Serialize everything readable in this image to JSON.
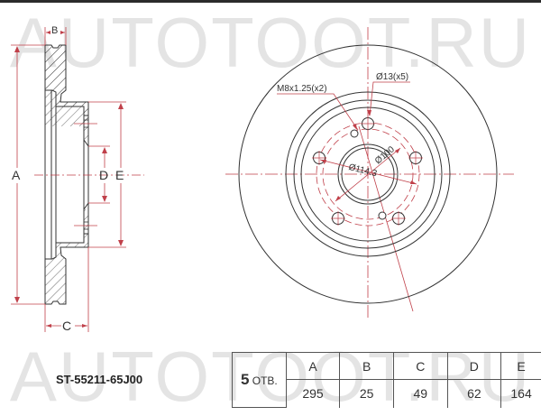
{
  "watermark": {
    "top": "AUTOTOOT.RU",
    "bottom": "AUTOTOOT.RU"
  },
  "side_view": {
    "dimension_labels": {
      "A": "A",
      "B": "B",
      "C": "C",
      "D": "D",
      "E": "E"
    }
  },
  "front_view": {
    "thread_hole_label": "M8x1.25(x2)",
    "bolt_hole_label": "Ø13(x5)",
    "bolt_circle_label": "Ø114.3",
    "center_bore_label": "Ø100",
    "bolt_hole_count": 5,
    "thread_hole_count": 2
  },
  "part_number": "ST-55211-65J00",
  "spec_table": {
    "holes_count": "5",
    "holes_suffix": "ОТВ.",
    "headers": [
      "A",
      "B",
      "C",
      "D",
      "E"
    ],
    "values": [
      "295",
      "25",
      "49",
      "62",
      "164"
    ]
  },
  "colors": {
    "line": "#333333",
    "dimension": "#c0404a",
    "watermark": "#e4e4e4"
  }
}
